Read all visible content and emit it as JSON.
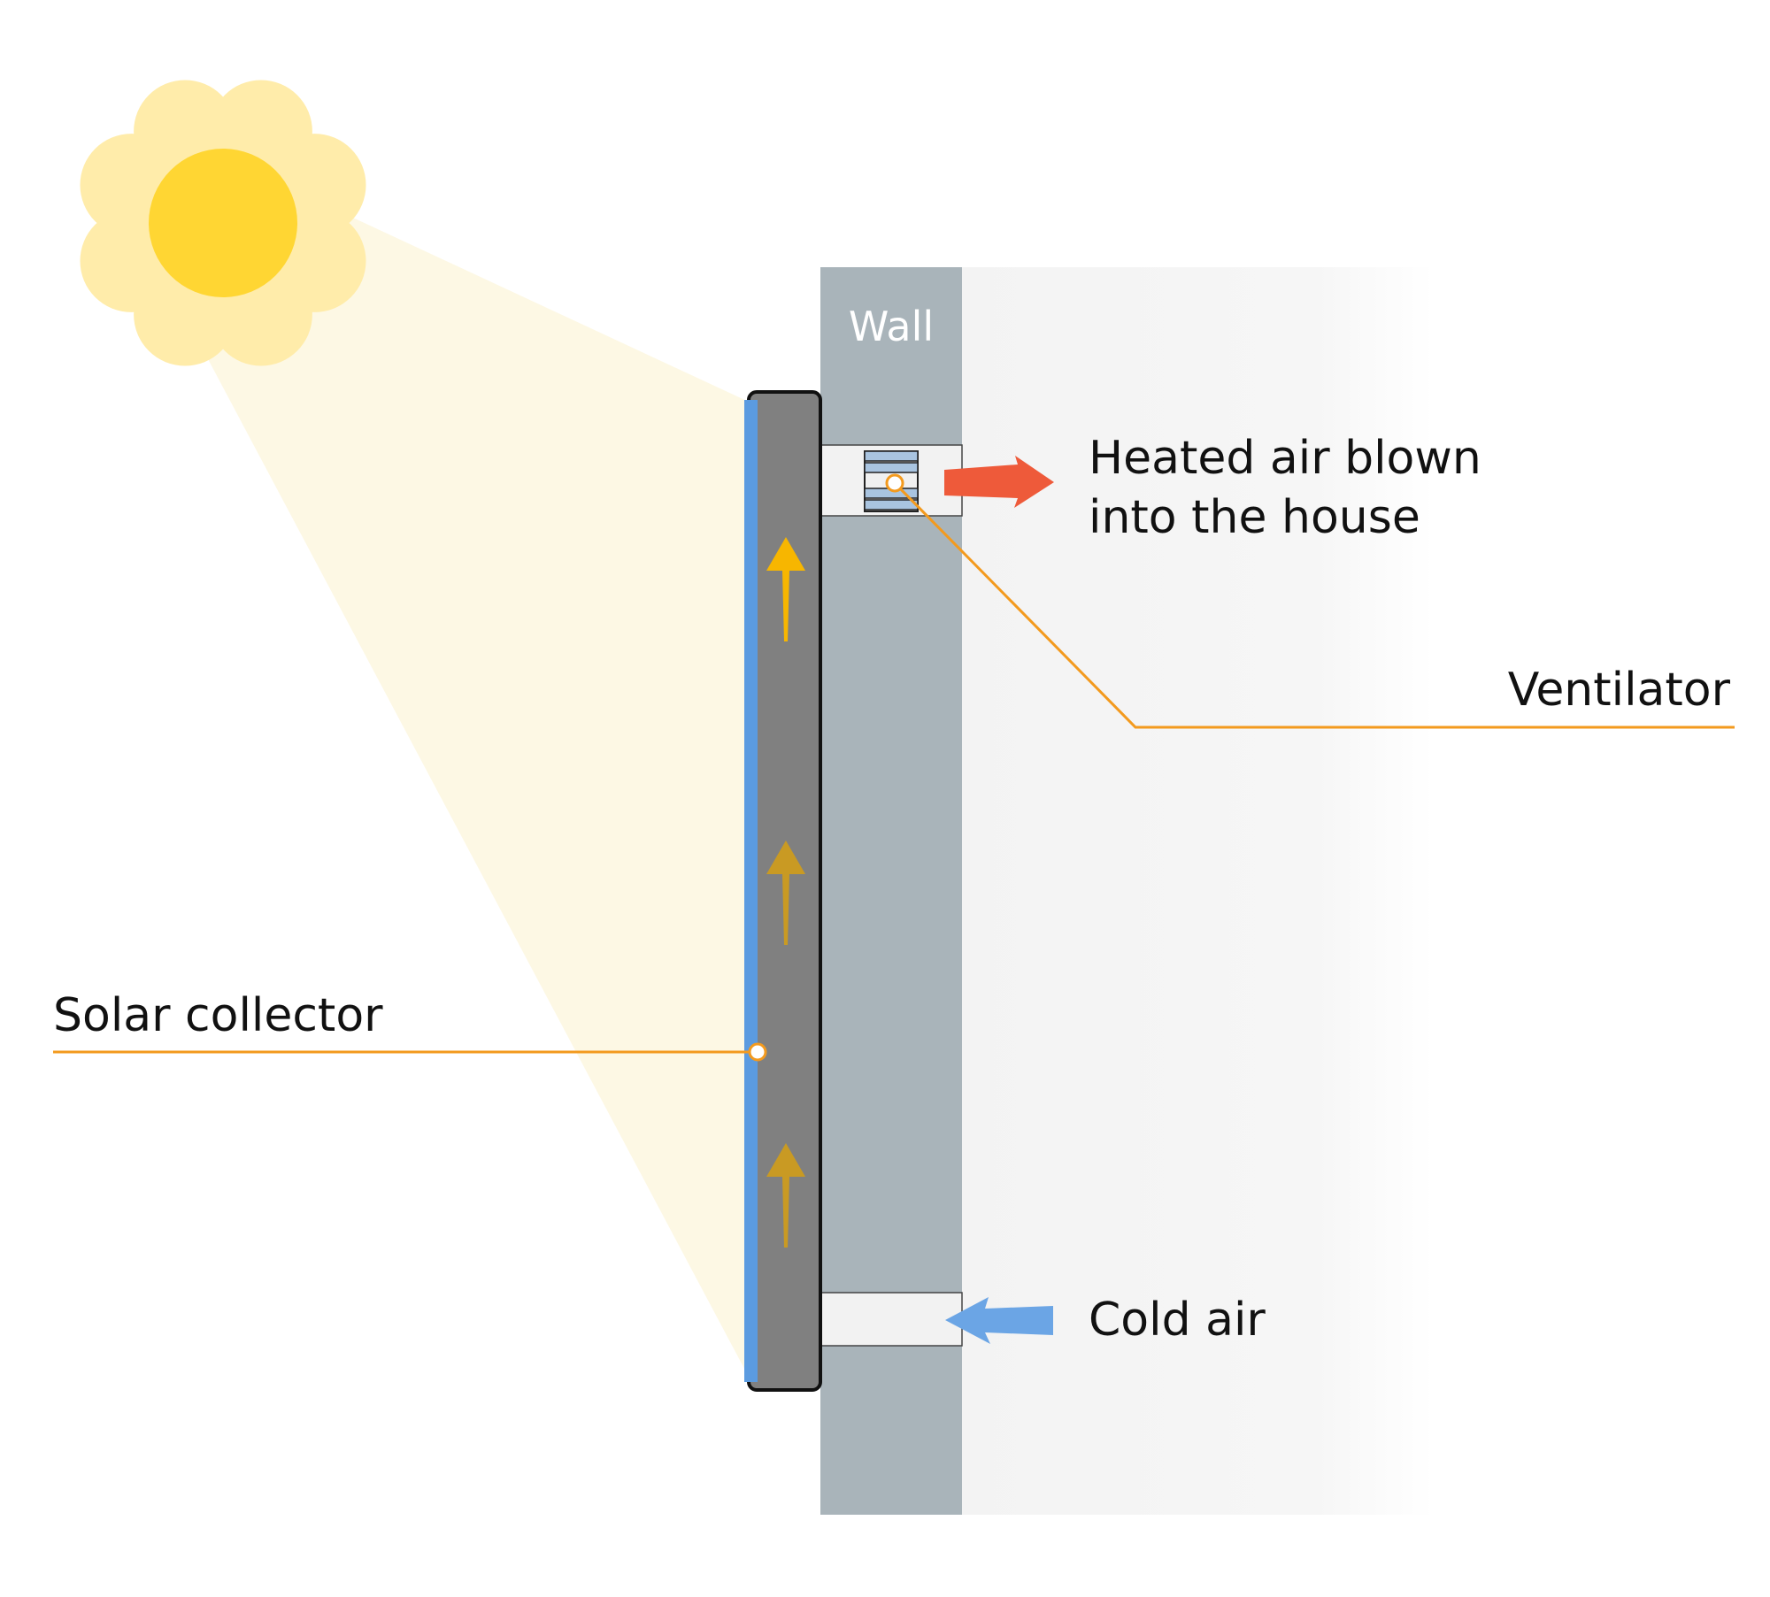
{
  "labels": {
    "wall": "Wall",
    "heated_line1": "Heated air blown",
    "heated_line2": "into the house",
    "ventilator": "Ventilator",
    "solar_collector": "Solar collector",
    "cold_air": "Cold air"
  },
  "colors": {
    "sun_core": "#FFD633",
    "sun_halo": "#FFECAA",
    "light_beam": "#FDF8E4",
    "wall": "#A9B4BA",
    "interior": "#F4F4F4",
    "collector_body": "#808080",
    "collector_glass": "#5B9BE0",
    "heated_arrow": "#EE5A3A",
    "cold_arrow": "#6BA5E5",
    "airflow_arrow_top": "#F7B600",
    "airflow_arrow": "#C99A23",
    "leader_line": "#F39A1E"
  },
  "icons": {
    "sun": "sun-icon",
    "ventilator": "fan-icon",
    "heated": "arrow-right-icon",
    "cold": "arrow-left-icon",
    "airflow": "arrow-up-icon"
  }
}
